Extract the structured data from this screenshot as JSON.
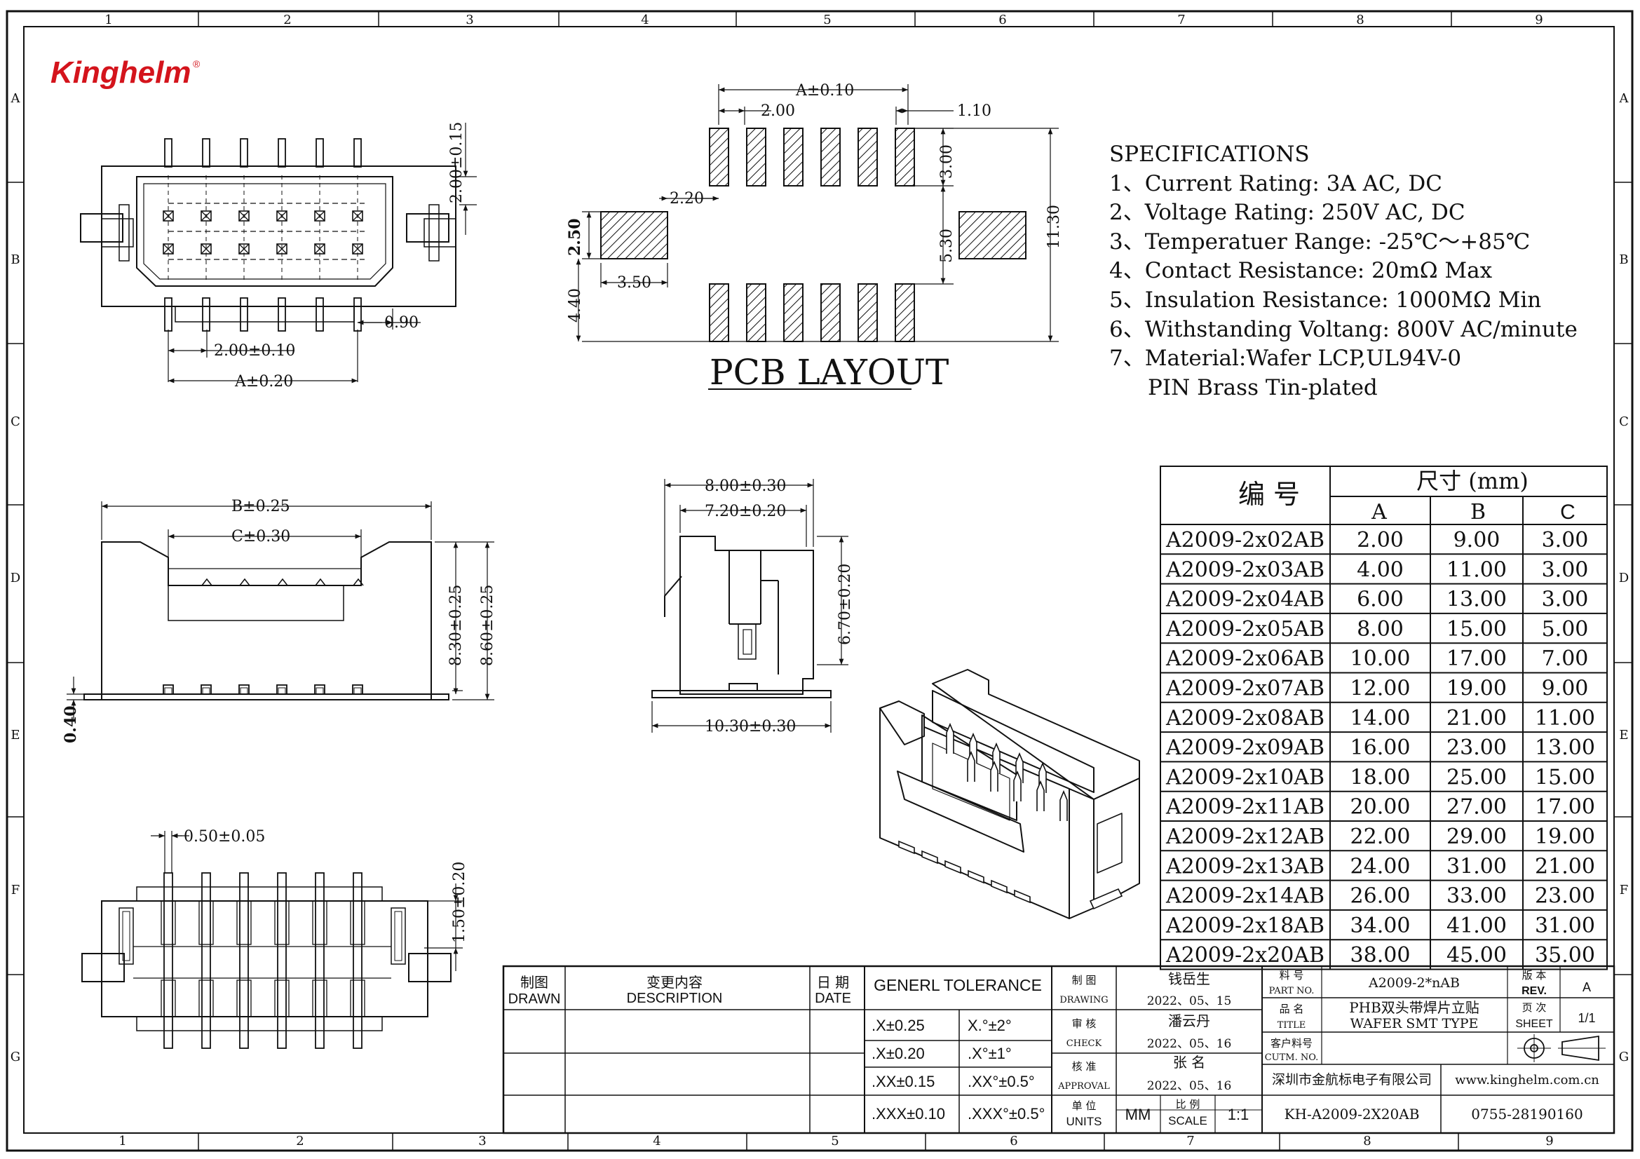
{
  "brand": {
    "logo_text": "Kinghelm",
    "logo_mark": "®",
    "color": "#d4141c"
  },
  "grid": {
    "cols": [
      "1",
      "2",
      "3",
      "4",
      "5",
      "6",
      "7",
      "8",
      "9"
    ],
    "rows": [
      "A",
      "B",
      "C",
      "D",
      "E",
      "F",
      "G"
    ]
  },
  "views": {
    "top": {
      "dim_pitch": "2.00±0.10",
      "dim_a": "A±0.20",
      "dim_h": "2.00±0.15",
      "dim_tail": "0.90"
    },
    "pcb": {
      "title": "PCB LAYOUT",
      "dim_a": "A±0.10",
      "dim_pitch": "2.00",
      "dim_pad_w": "1.10",
      "dim_pad_h": "3.00",
      "dim_gap": "2.20",
      "dim_peg_h": "2.50",
      "dim_peg_w": "3.50",
      "dim_inner": "5.30",
      "dim_total": "11.30",
      "dim_offset": "4.40"
    },
    "front": {
      "dim_b": "B±0.25",
      "dim_c": "C±0.30",
      "dim_h1": "8.30±0.25",
      "dim_h2": "8.60±0.25",
      "dim_base": "0.40"
    },
    "side": {
      "dim_w1": "8.00±0.30",
      "dim_w2": "7.20±0.20",
      "dim_h": "6.70±0.20",
      "dim_foot": "10.30±0.30"
    },
    "bottom": {
      "dim_pin": "0.50±0.05",
      "dim_len": "1.50±0.20"
    }
  },
  "specs": {
    "title": "SPECIFICATIONS",
    "items": [
      "1、Current Rating: 3A AC, DC",
      "2、Voltage Rating: 250V AC, DC",
      "3、Temperatuer Range: -25℃～+85℃",
      "4、Contact Resistance: 20mΩ Max",
      "5、Insulation Resistance: 1000MΩ Min",
      "6、Withstanding Voltang: 800V AC/minute",
      "7、Material:Wafer LCP,UL94V-0"
    ],
    "continuation": "PIN Brass Tin-plated"
  },
  "dim_table": {
    "col_part": "编  号",
    "col_size": "尺寸 (mm)",
    "col_a": "A",
    "col_b": "B",
    "col_c": "C",
    "rows": [
      [
        "A2009-2x02AB",
        "2.00",
        "9.00",
        "3.00"
      ],
      [
        "A2009-2x03AB",
        "4.00",
        "11.00",
        "3.00"
      ],
      [
        "A2009-2x04AB",
        "6.00",
        "13.00",
        "3.00"
      ],
      [
        "A2009-2x05AB",
        "8.00",
        "15.00",
        "5.00"
      ],
      [
        "A2009-2x06AB",
        "10.00",
        "17.00",
        "7.00"
      ],
      [
        "A2009-2x07AB",
        "12.00",
        "19.00",
        "9.00"
      ],
      [
        "A2009-2x08AB",
        "14.00",
        "21.00",
        "11.00"
      ],
      [
        "A2009-2x09AB",
        "16.00",
        "23.00",
        "13.00"
      ],
      [
        "A2009-2x10AB",
        "18.00",
        "25.00",
        "15.00"
      ],
      [
        "A2009-2x11AB",
        "20.00",
        "27.00",
        "17.00"
      ],
      [
        "A2009-2x12AB",
        "22.00",
        "29.00",
        "19.00"
      ],
      [
        "A2009-2x13AB",
        "24.00",
        "31.00",
        "21.00"
      ],
      [
        "A2009-2x14AB",
        "26.00",
        "33.00",
        "23.00"
      ],
      [
        "A2009-2x18AB",
        "34.00",
        "41.00",
        "31.00"
      ],
      [
        "A2009-2x20AB",
        "38.00",
        "45.00",
        "35.00"
      ]
    ]
  },
  "title_block": {
    "drawn_cn": "制图",
    "drawn_en": "DRAWN",
    "desc_cn": "变更内容",
    "desc_en": "DESCRIPTION",
    "date_cn": "日 期",
    "date_en": "DATE",
    "tol_title": "GENERL TOLERANCE",
    "tol_rows": [
      [
        ".X±0.25",
        "X.°±2°"
      ],
      [
        ".X±0.20",
        ".X°±1°"
      ],
      [
        ".XX±0.15",
        ".XX°±0.5°"
      ],
      [
        ".XXX±0.10",
        ".XXX°±0.5°"
      ]
    ],
    "drawing_cn": "制  图",
    "drawing_en": "DRAWING",
    "drawing_name": "钱岳生",
    "drawing_date": "2022、05、15",
    "check_cn": "审  核",
    "check_en": "CHECK",
    "check_name": "潘云丹",
    "check_date": "2022、05、16",
    "approval_cn": "核  准",
    "approval_en": "APPROVAL",
    "approval_name": "张  名",
    "approval_date": "2022、05、16",
    "units_cn": "单 位",
    "units_en": "UNITS",
    "units_val": "MM",
    "scale_cn": "比 例",
    "scale_en": "SCALE",
    "scale_val": "1:1",
    "part_cn": "料 号",
    "part_en": "PART NO.",
    "part_val": "A2009-2*nAB",
    "title_cn": "品 名",
    "title_en": "TITLE",
    "title_val1": "PHB双头带焊片立贴",
    "title_val2": "WAFER SMT TYPE",
    "cutm_cn": "客户料号",
    "cutm_en": "CUTM. NO.",
    "rev_cn": "版 本",
    "rev_en": "REV.",
    "rev_val": "A",
    "sheet_cn": "页 次",
    "sheet_en": "SHEET",
    "sheet_val": "1/1",
    "company": "深圳市金航标电子有限公司",
    "website": "www.kinghelm.com.cn",
    "doc_no": "KH-A2009-2X20AB",
    "phone": "0755-28190160"
  }
}
